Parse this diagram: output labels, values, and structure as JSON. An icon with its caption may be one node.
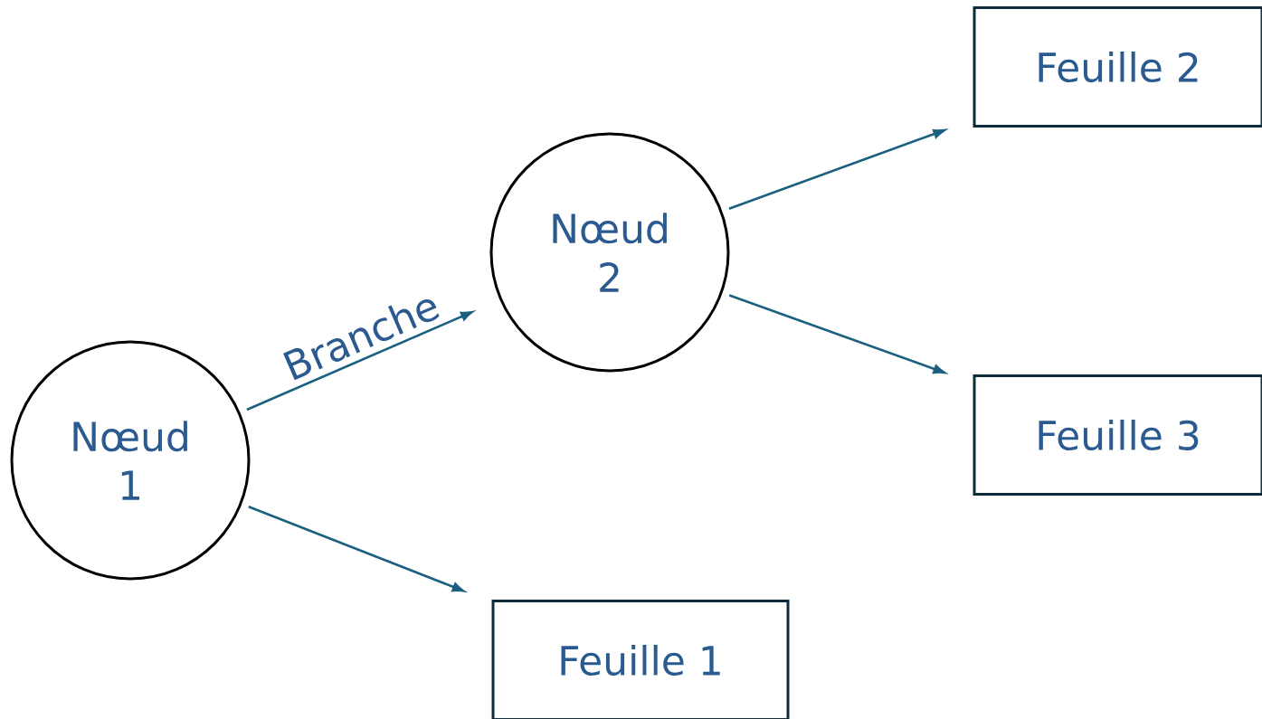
{
  "diagram": {
    "nodes": [
      {
        "text": [
          "Nœud 1"
        ]
      },
      {
        "text": [
          "Nœud 2"
        ]
      },
      {
        "text": [
          "Feuille 1"
        ]
      },
      {
        "text": [
          "Feuille 2"
        ]
      },
      {
        "text": [
          "Feuille 3"
        ]
      }
    ],
    "edges": [
      {
        "from": 0,
        "to": 1,
        "arrow": "to",
        "label": "Branche"
      },
      {
        "from": 0,
        "to": 2,
        "arrow": "to"
      },
      {
        "from": 1,
        "to": 3,
        "arrow": "to"
      },
      {
        "from": 1,
        "to": 4,
        "arrow": "to"
      }
    ]
  }
}
